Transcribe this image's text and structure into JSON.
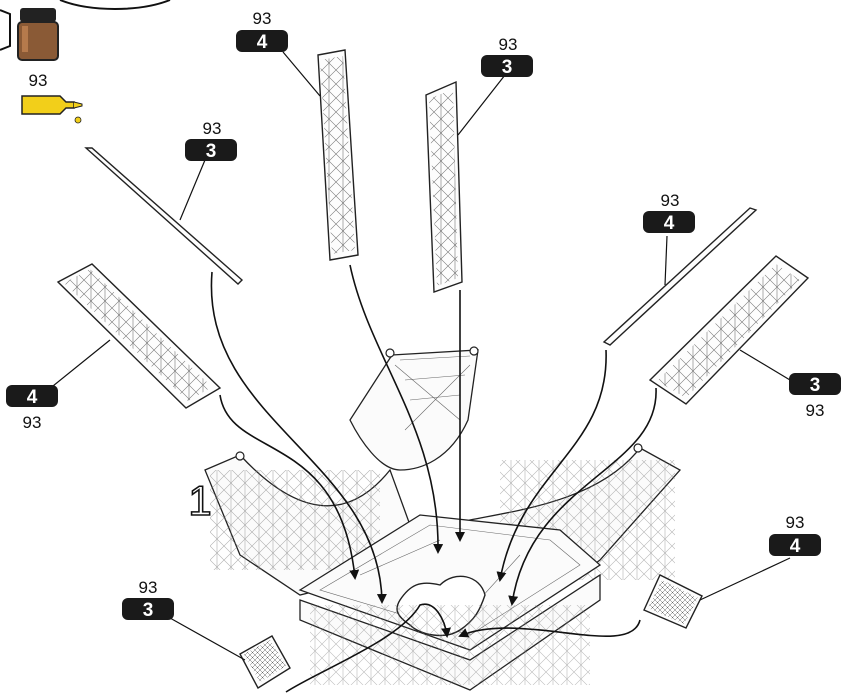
{
  "paint": {
    "code": "93",
    "jar_color": "#8a5a36",
    "glue_color": "#f2cf1a"
  },
  "step": {
    "number": "1"
  },
  "callouts": [
    {
      "paint": "93",
      "part": "4"
    },
    {
      "paint": "93",
      "part": "3"
    },
    {
      "paint": "93",
      "part": "3"
    },
    {
      "paint": "93",
      "part": "4"
    },
    {
      "paint": "93",
      "part": "4"
    },
    {
      "paint": "93",
      "part": "3"
    },
    {
      "paint": "93",
      "part": "4"
    },
    {
      "paint": "93",
      "part": "3"
    }
  ],
  "colors": {
    "badge": "#1a1a1a",
    "line": "#111111"
  }
}
